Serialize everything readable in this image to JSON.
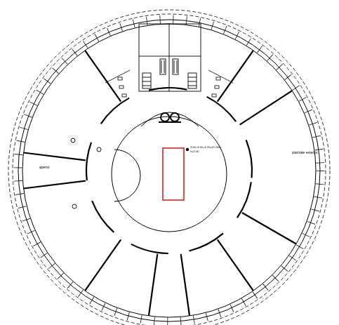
{
  "diagram": {
    "labels": [
      "aperto",
      "piazzale esterno",
      "3.00+3.00+4.20=10.20m",
      "h=2.00"
    ]
  }
}
